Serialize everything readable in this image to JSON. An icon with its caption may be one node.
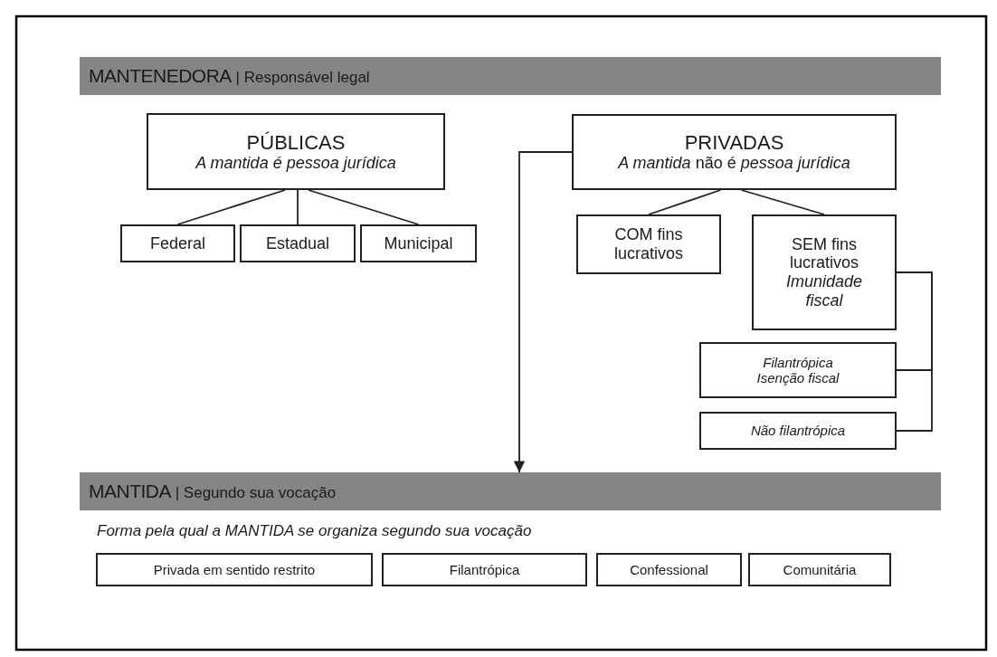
{
  "diagram": {
    "nodes": [
      {
        "text": [
          "**MANTENEDORA** | Responsável legal"
        ]
      },
      {
        "text": [
          "PÚBLICAS",
          "A mantida é pessoa jurídica"
        ]
      },
      {
        "text": [
          "Federal"
        ]
      },
      {
        "text": [
          "Estadual"
        ]
      },
      {
        "text": [
          "Municipal"
        ]
      },
      {
        "text": [
          "PRIVADAS",
          "*A mantida* não é *pessoa jurídica*"
        ]
      },
      {
        "text": [
          "COM fins lucrativos"
        ]
      },
      {
        "text": [
          "SEM fins lucrativos",
          "Imunidade fiscal"
        ]
      },
      {
        "text": [
          "Filantrópica",
          "Isenção fiscal"
        ]
      },
      {
        "text": [
          "Não filantrópica"
        ]
      },
      {
        "text": [
          "**MANTIDA** | Segundo sua vocação"
        ]
      },
      {
        "text": [
          "Privada em sentido restrito"
        ]
      },
      {
        "text": [
          "Filantrópica"
        ]
      },
      {
        "text": [
          "Confessional"
        ]
      },
      {
        "text": [
          "Comunitária"
        ]
      }
    ],
    "edges": [
      {
        "from": 1,
        "to": 2,
        "arrow": "none"
      },
      {
        "from": 1,
        "to": 3,
        "arrow": "none"
      },
      {
        "from": 1,
        "to": 4,
        "arrow": "none"
      },
      {
        "from": 5,
        "to": 6,
        "arrow": "none"
      },
      {
        "from": 5,
        "to": 7,
        "arrow": "none"
      },
      {
        "from": 7,
        "to": 8,
        "arrow": "none"
      },
      {
        "from": 7,
        "to": 9,
        "arrow": "none"
      },
      {
        "from": 5,
        "to": 10,
        "arrow": "to"
      }
    ],
    "labels": [
      "Forma pela qual a MANTIDA se organiza segundo sua vocação"
    ]
  }
}
